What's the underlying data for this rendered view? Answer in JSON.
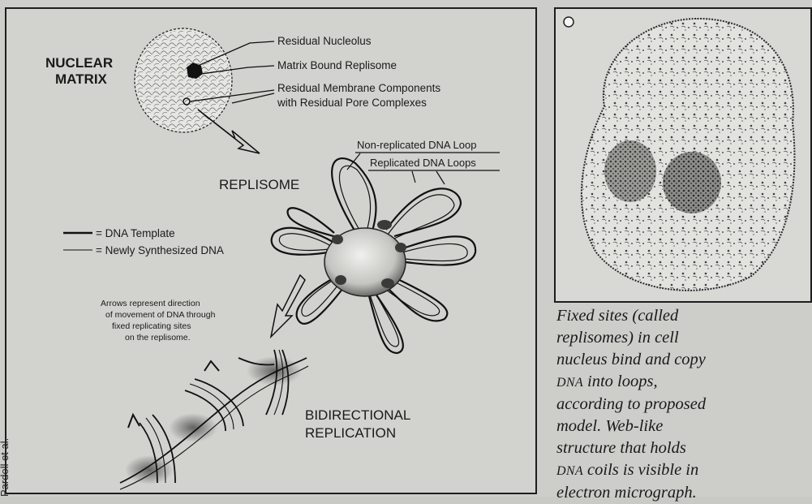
{
  "diagram": {
    "nuclear_matrix_label": [
      "NUCLEAR",
      "MATRIX"
    ],
    "callouts": {
      "residual_nucleolus": "Residual Nucleolus",
      "matrix_bound_replisome": "Matrix Bound Replisome",
      "residual_membrane": [
        "Residual Membrane Components",
        "with Residual Pore Complexes"
      ]
    },
    "replisome_label": "REPLISOME",
    "loop_labels": {
      "non_replicated": "Non-replicated DNA Loop",
      "replicated": "Replicated DNA Loops"
    },
    "legend": {
      "template": "= DNA Template",
      "new": "= Newly Synthesized DNA"
    },
    "arrows_note": [
      "Arrows represent direction",
      "of movement of DNA through",
      "fixed replicating sites",
      "on the replisome."
    ],
    "bidirectional_label": [
      "BIDIRECTIONAL",
      "REPLICATION"
    ]
  },
  "credit": "Pardoll et al.",
  "caption": {
    "lines": [
      "Fixed sites (called",
      "replisomes) in cell",
      "nucleus bind and copy",
      "",
      "according to proposed",
      "model. Web-like",
      "structure that holds",
      "",
      "electron micrograph."
    ],
    "line4_sc": "DNA",
    "line4_rest": " into loops,",
    "line8_sc": "DNA",
    "line8_rest": " coils is visible in"
  }
}
